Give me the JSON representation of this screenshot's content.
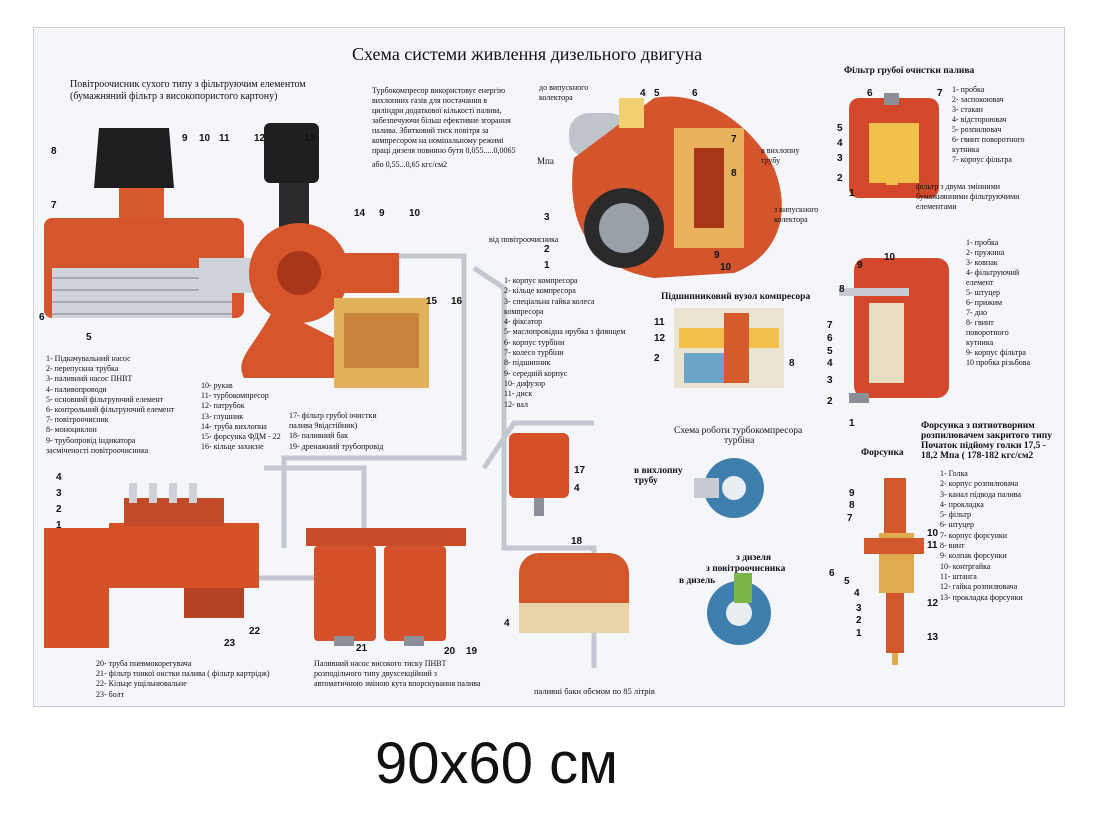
{
  "title": "Схема системи живлення дизельного двигуна",
  "size_label": "90х60 см",
  "air_cleaner": {
    "heading": "Повітроочисник сухого типу з фільтруючим елементом",
    "heading2": "(бумажняний фільтр з високопористого картону)"
  },
  "turbo_desc": {
    "lines": [
      "Турбокомпресор використовує енергію",
      " вихлопних газів для постачання в",
      "циліндри додаткової кількості палива,",
      "забезпечуючи більш ефективне згорання",
      "палива. Збитковий тиск повітря за",
      "компресором на номінальному режимі",
      "праці дизеля повинно бути 0,055.....0,0065",
      "або 0,55...0,65 кгс/см2"
    ],
    "unit": "Мпа"
  },
  "turbo_labels": {
    "to_exhaust_manifold": "до випускного колектора",
    "to_exhaust_pipe": "в вихлопну трубу",
    "from_exhaust_manifold": "з випускного колектора",
    "from_air_cleaner": "від повітроочисника"
  },
  "coarse_filter": {
    "heading": "Фільтр грубої очистки палива",
    "items": [
      "1- пробка",
      "2- заспокоювач",
      "3- стакан",
      "4- відстороювач",
      "5- розпилювач",
      "6- гвинт поворотного кутника",
      "7- корпус фільтра"
    ],
    "note": "фільтр з двума змінними бумажнянними фільтруючими елементами"
  },
  "fine_filter": {
    "items": [
      "1- пробка",
      "2- пружина",
      "3- ковпак",
      "4- фільтруючий елемент",
      "5- штуцер",
      "6- прижим",
      "7- дно",
      "8- гвинт поворотного кутника",
      "9- корпус фільтра",
      "10 пробка різьбова"
    ]
  },
  "main_legend_a": {
    "items": [
      "1- Підкачувальний насос",
      "2- перепускна трубка",
      "3- паливний насос ПНВТ",
      "4- паливопроводи",
      "5- основний фільтруючий елемент",
      "6- контрольний фільтруючий елемент",
      "7- повітроочисник",
      "8- моноциклон",
      "9- трубопровід індикатора",
      "засміченості повітроочисника"
    ]
  },
  "main_legend_b": {
    "items": [
      "10- рукав",
      "11- турбокомпресор",
      "12- патрубок",
      "13- глушник",
      "14- труба вихлопна",
      "15- форсунка ФДМ - 22",
      "16- кільце захисне"
    ]
  },
  "main_legend_c": {
    "items": [
      "17- фільтр грубої очистки",
      "палива 9відстійник)",
      "18- паливний бак",
      "19- дренажний трубопровід"
    ]
  },
  "compressor_legend": {
    "items": [
      "1- корпус компресора",
      "2- кільце компресора",
      "3- спеціальна гайка колеса",
      "компресора",
      "4- фіксатор",
      "5- маслопровідна ирубка з флянцем",
      "6- корпус турбіни",
      "7- колесо турбіни",
      "8- підшипник",
      "9- середній корпус",
      "10- дифузор",
      "11- диск",
      "12- вал"
    ]
  },
  "bearing": {
    "heading": "Підшипниковий вузол компресора"
  },
  "turbo_work": {
    "heading": "Схема роботи турбокомпресора",
    "heading2": "турбіна",
    "to_exhaust": "в вихлопну трубу",
    "from_diesel": "з дизеля",
    "from_air": "з повітроочисника",
    "to_diesel": "в дизель"
  },
  "injector": {
    "heading": "Форсунка з пятиотворним",
    "heading2": "розпилювачем закритого типу",
    "heading3": "Початок підйому голки 17,5 -",
    "heading4": "18,2 Мпа ( 178-182 кгс/см2",
    "side_label": "Форсунка",
    "items": [
      "1- Голка",
      "2- корпус розпилювача",
      "3- канал підвода палива",
      "4- прокладка",
      "5- фільтр",
      "6- штуцер",
      "7- корпус форсунки",
      "8- винт",
      "9- колпак форсунки",
      "10- контргайка",
      "11- штанга",
      "12- гайка розпилювача",
      "13- прокладка форсунки"
    ]
  },
  "bottom_legend": {
    "items": [
      "20- труба пневмокорегувача",
      "21- фільтр тонкої онстки палива ( фільтр картрідж)",
      "22- Кільце ущільнювальне",
      "23- болт"
    ]
  },
  "pump_caption": {
    "lines": [
      "Паливний насос високого тиску ПНВТ",
      "розподільчого типу двухсекційний з",
      "автоматичною зміною кута впорскування палива"
    ]
  },
  "tanks_caption": "паливні баки обємом по 85 літрів",
  "callouts": {
    "main": [
      "8",
      "9",
      "10",
      "11",
      "12",
      "13",
      "7",
      "6",
      "5",
      "14",
      "9",
      "10",
      "15",
      "16"
    ],
    "pump": [
      "4",
      "3",
      "2",
      "1",
      "23",
      "22",
      "21",
      "20",
      "19",
      "18",
      "17",
      "4",
      "4"
    ],
    "turbo": [
      "4",
      "5",
      "6",
      "7",
      "8",
      "3",
      "2",
      "1",
      "9",
      "10"
    ],
    "bearing": [
      "11",
      "12",
      "2",
      "8"
    ],
    "coarse": [
      "6",
      "7",
      "5",
      "4",
      "3",
      "2",
      "1"
    ],
    "fine": [
      "9",
      "10",
      "8",
      "7",
      "6",
      "5",
      "4",
      "3",
      "2",
      "1"
    ],
    "injector": [
      "9",
      "8",
      "7",
      "6",
      "5",
      "4",
      "3",
      "2",
      "1",
      "10",
      "11",
      "12",
      "13"
    ]
  },
  "colors": {
    "orange": "#d9532b",
    "dark_orange": "#a8361a",
    "pipe": "#c9ccd3",
    "black": "#1c1c1c"
  }
}
